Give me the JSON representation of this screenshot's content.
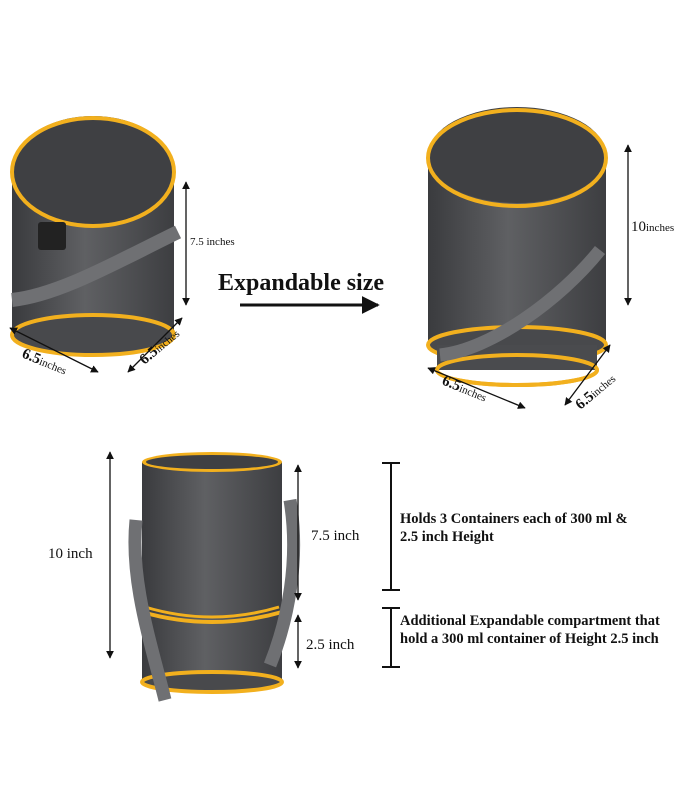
{
  "colors": {
    "bag_body": "#555659",
    "bag_top": "#3f4043",
    "zipper": "#f2b01e",
    "strap": "#6f7073",
    "text": "#111111"
  },
  "top_left": {
    "height": "7.5 inches",
    "width_front": "6.5",
    "width_front_unit": "inches",
    "width_side": "6.5",
    "width_side_unit": "inches"
  },
  "center": {
    "title": "Expandable size"
  },
  "top_right": {
    "height_value": "10",
    "height_unit": "inches",
    "width_front": "6.5",
    "width_front_unit": "inches",
    "width_side": "6.5",
    "width_side_unit": "inches"
  },
  "bottom": {
    "total_height": "10 inch",
    "main_height": "7.5 inch",
    "extra_height": "2.5 inch",
    "note_main": "Holds 3 Containers each of 300 ml & 2.5 inch Height",
    "note_extra": "Additional Expandable compartment that hold a 300 ml container of Height 2.5 inch"
  }
}
